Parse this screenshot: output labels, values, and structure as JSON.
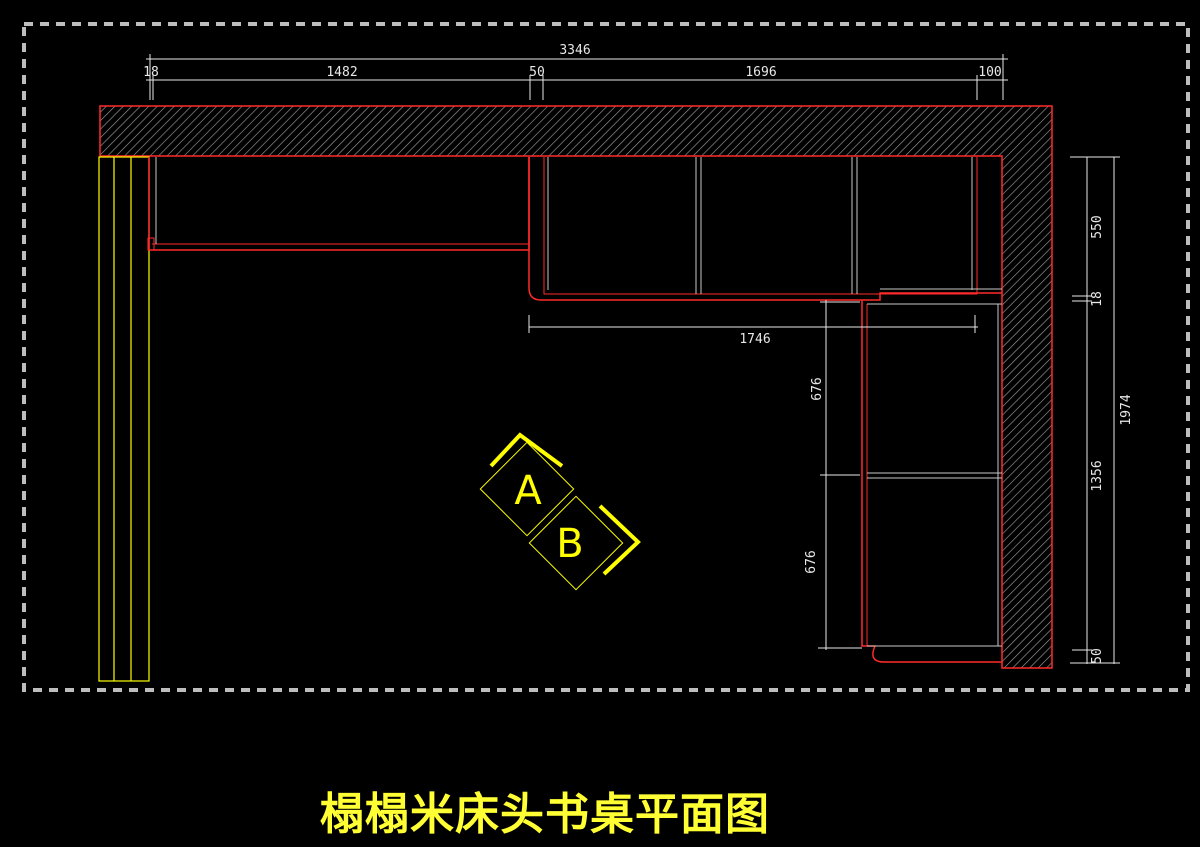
{
  "drawing": {
    "title": "榻榻米床头书桌平面图",
    "colors": {
      "background": "#000000",
      "wall_outline": "#ff2a2a",
      "hatch": "#9a9a9a",
      "cabinet_lines": "#c8c8c8",
      "dimension": "#e8e8e8",
      "accent": "#ffff00",
      "border": "#bdbdbd"
    },
    "top_dimensions": {
      "overall": "3346",
      "segments": [
        "18",
        "1482",
        "50",
        "1696",
        "100"
      ]
    },
    "inner_dimension": "1746",
    "left_column_dimensions": [
      "676",
      "676"
    ],
    "right_dimensions": {
      "overall": "1974",
      "segments": [
        "550",
        "18",
        "1356",
        "50"
      ]
    },
    "view_markers": [
      "A",
      "B"
    ]
  }
}
